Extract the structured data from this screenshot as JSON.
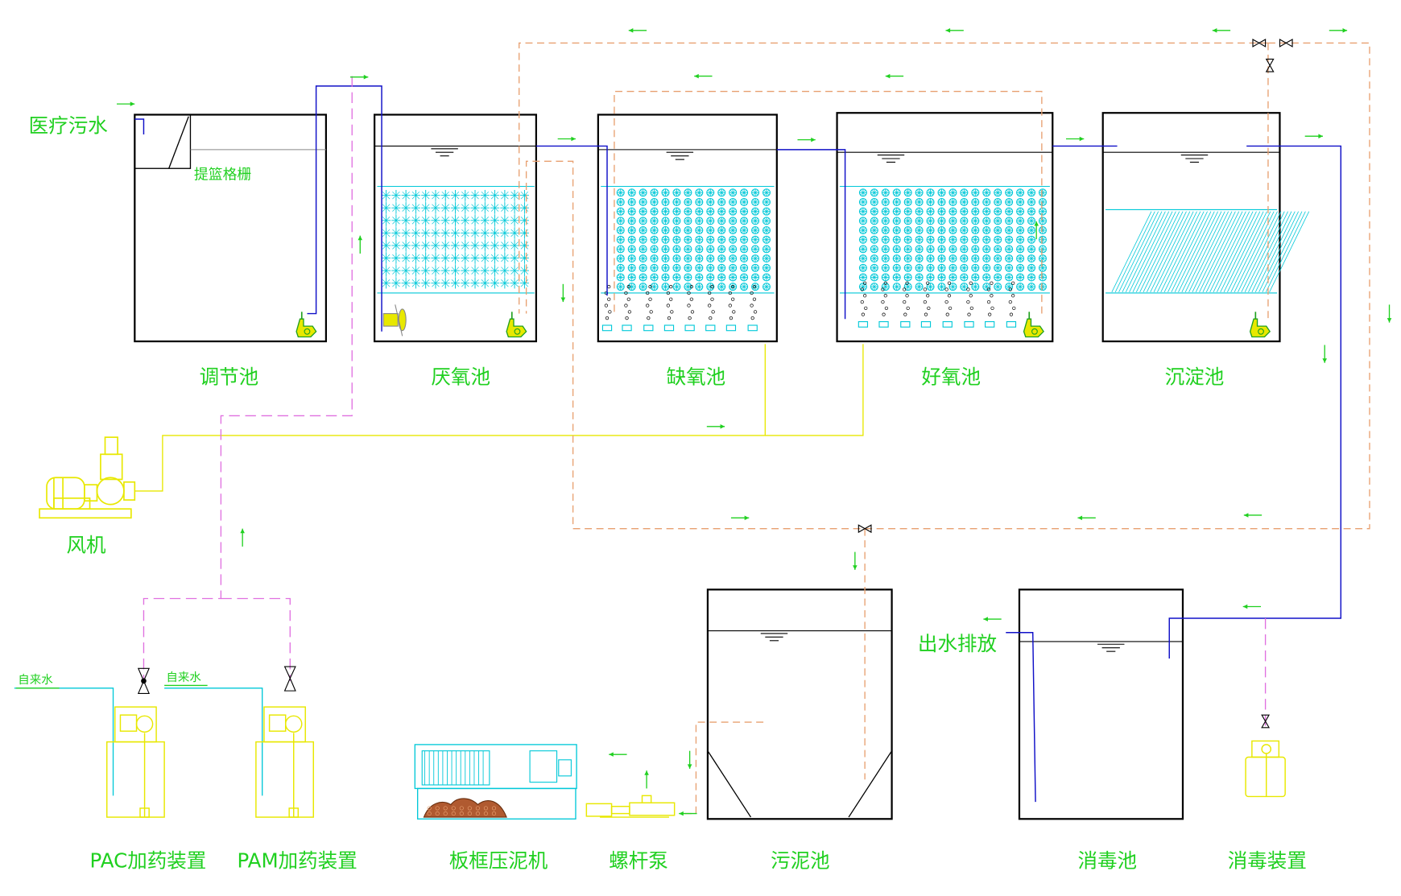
{
  "labels": {
    "medical_wastewater": "医疗污水",
    "basket_screen": "提篮格栅",
    "regulating_tank": "调节池",
    "anaerobic_tank": "厌氧池",
    "anoxic_tank": "缺氧池",
    "aerobic_tank": "好氧池",
    "sedimentation_tank": "沉淀池",
    "blower": "风机",
    "tap_water": "自来水",
    "pac_dosing": "PAC加药装置",
    "pam_dosing": "PAM加药装置",
    "filter_press": "板框压泥机",
    "screw_pump": "螺杆泵",
    "sludge_tank": "污泥池",
    "effluent_discharge": "出水排放",
    "disinfection_tank": "消毒池",
    "disinfection_device": "消毒装置"
  },
  "colors": {
    "water_line": "#1010c8",
    "air_line": "#e8e800",
    "sludge_line": "#e8a070",
    "chemical_line": "#e070e0",
    "tap_water_line": "#00c8d8",
    "media_fill": "#00c8d8",
    "flow_arrow": "#20d020",
    "label_text": "#20d020",
    "yellow_equipment": "#e8e800",
    "tank_outline": "#000000"
  }
}
